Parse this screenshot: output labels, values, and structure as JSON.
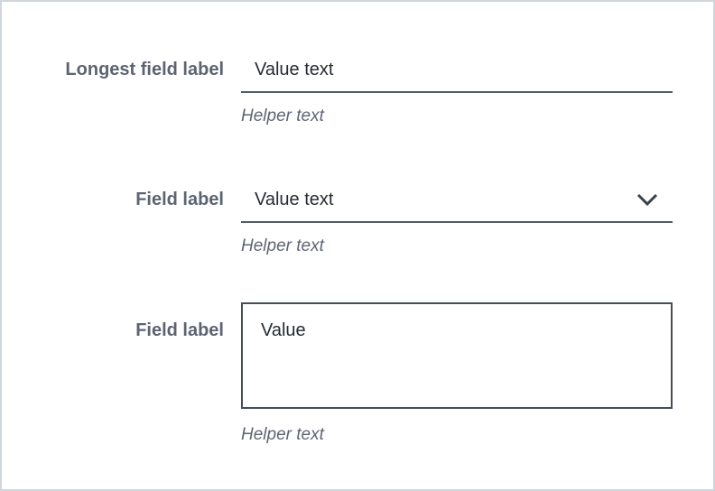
{
  "panel": {
    "background": "#ffffff",
    "border_color": "#d1d5dc"
  },
  "colors": {
    "label": "#5d6471",
    "value": "#262b33",
    "underline": "#565c66",
    "box-border": "#474d59",
    "helper": "#5f6672",
    "chevron": "#3a404c",
    "page-border": "#d1d5dc",
    "page-bg": "#ffffff"
  },
  "fields": [
    {
      "type": "text",
      "label": "Longest field label",
      "value": "Value text",
      "helper": "Helper text"
    },
    {
      "type": "select",
      "label": "Field label",
      "value": "Value text",
      "helper": "Helper text",
      "icon": "chevron-down-icon"
    },
    {
      "type": "textarea",
      "label": "Field label",
      "value": "Value",
      "helper": "Helper text"
    }
  ]
}
